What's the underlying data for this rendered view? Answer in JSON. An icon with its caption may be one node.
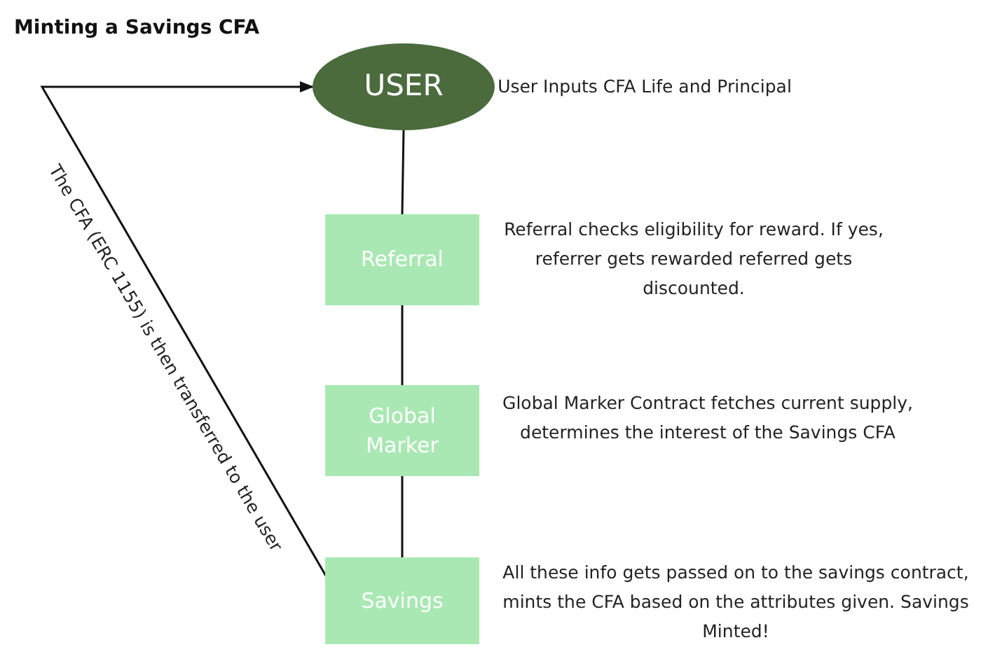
{
  "diagram": {
    "title": "Minting a Savings CFA",
    "nodes": [
      {
        "text": [
          "USER"
        ],
        "beside": [
          "User Inputs CFA Life and Principal"
        ]
      },
      {
        "text": [
          "Referral"
        ],
        "beside": [
          "Referral checks eligibility for reward. If yes, referrer gets rewarded referred gets discounted."
        ]
      },
      {
        "text": [
          "Global Marker"
        ],
        "beside": [
          "Global Marker Contract fetches current supply, determines the interest of the Savings CFA"
        ]
      },
      {
        "text": [
          "Savings"
        ],
        "beside": [
          "All these info gets passed on to the savings contract, mints the CFA based on the attributes given. Savings Minted!"
        ]
      }
    ],
    "edges": [
      {
        "from": 0,
        "to": 1,
        "arrow": "none"
      },
      {
        "from": 1,
        "to": 2,
        "arrow": "none"
      },
      {
        "from": 2,
        "to": 3,
        "arrow": "none"
      },
      {
        "from": 3,
        "to": 0,
        "arrow": "to",
        "label": "The CFA (ERC 1155) is then transferred to the user"
      }
    ]
  }
}
